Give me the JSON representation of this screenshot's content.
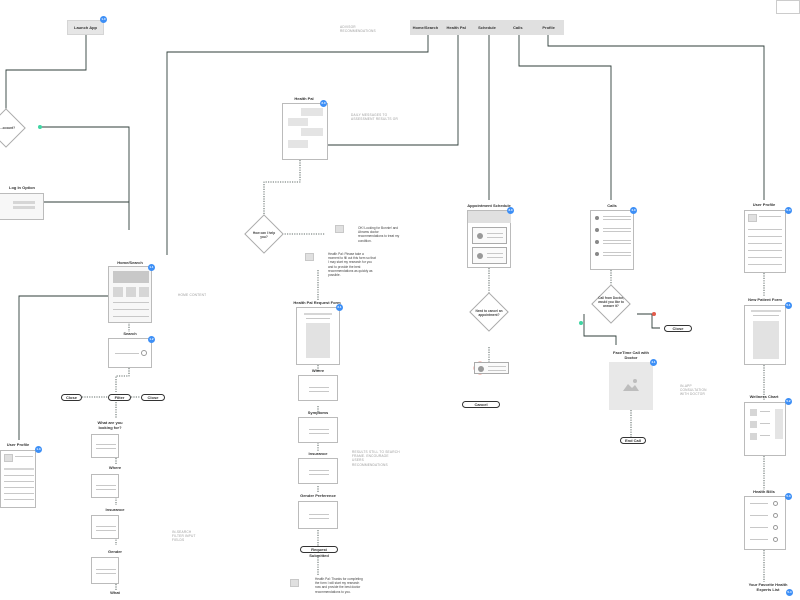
{
  "top": {
    "launch_app": "Launch App",
    "nav": [
      "Home/Search",
      "Health Pal",
      "Schedule",
      "Calls",
      "Profile"
    ]
  },
  "screens": {
    "health_pal": "Health Pal",
    "login": "Log In Option",
    "home_search": "Home/Search",
    "search": "Search",
    "user_profile_left": "User Profile",
    "appointment_schedule": "Appointment Schedule",
    "calls": "Calls",
    "user_profile_right": "User Profile",
    "new_patient_form": "New Patient Form",
    "wellness_chart": "Wellness Chart",
    "health_bills": "Health Bills",
    "favorite_experts": "Your Favorite Health Experts List",
    "facetime_call": "FaceTime Call with Doctor",
    "request_form": "Health Pal Request Form"
  },
  "form_steps": [
    "Where",
    "Symptoms",
    "Insurance",
    "Gender Preference"
  ],
  "search_steps": [
    "What are you looking for?",
    "Where",
    "Insurance",
    "Gender",
    "What"
  ],
  "decisions": {
    "left": "...ccount?",
    "help": "How can I help you?",
    "cancel": "Need to cancel an appointment?",
    "call": "Call from Doctor, would you like to answer it?"
  },
  "buttons": {
    "filter": "Filter",
    "close_left": "Close",
    "close_mid": "Close",
    "close_calls": "Close",
    "request_submitted": "Request Submitted",
    "cancel": "Cancel",
    "end_call": "End Call"
  },
  "messages": {
    "user_msg": "OK! Looking for Bonnie! and Abrams doctor recommendations to treat my condition.",
    "pal_reply": "Health Pal: Please take a moment to fill out this form so that I may start my research for you and to provide the best recommendations as quickly as possible.",
    "pal_thanks": "Health Pal: Thanks for completing the form I will start my research now and provide the best doctor recommendations to you."
  },
  "notes": {
    "top_center": "ADVISOR RECOMMENDATIONS",
    "pal_note": "DAILY MESSAGES TO ASSESSMENT RESULTS OR",
    "home_content": "HOME CONTENT",
    "form_note": "RESULTS STILL TO SEARCH FRAME. ENCOURAGE USERS RECOMMENDATIONS",
    "filter_note": "IN-SEARCH FILTER INPUT FIELDS",
    "call_note": "IN-APP CONSULTATION WITH DOCTOR"
  },
  "badges": {
    "launch": "1.0",
    "pal": "2.0",
    "home": "1.1",
    "search": "1.2",
    "user_left": "1.3",
    "request": "2.1",
    "appt": "3.0",
    "calls": "4.0",
    "facetime": "4.1",
    "profile": "5.0",
    "new_patient": "5.1",
    "wellness": "5.2",
    "bills": "5.3",
    "favorites": "5.4"
  },
  "colors": {
    "wire": "#2f3e3a",
    "blue": "#3d8ff6",
    "green": "#3fd5a3",
    "red": "#e25b4b"
  }
}
